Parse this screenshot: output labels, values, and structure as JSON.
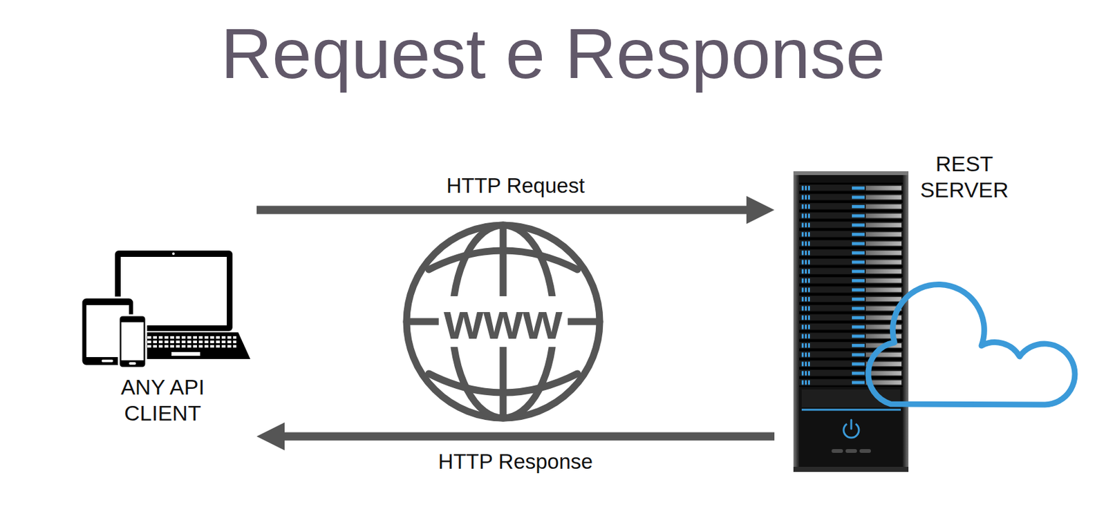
{
  "diagram": {
    "title": "Request e Response",
    "nodes": [
      {
        "text": [
          "ANY API CLIENT"
        ]
      },
      {
        "text": [
          "REST SERVER"
        ]
      }
    ],
    "edges": [
      {
        "from": 0,
        "to": 1,
        "label": "HTTP Request",
        "arrow": "to"
      },
      {
        "from": 1,
        "to": 0,
        "label": "HTTP Response",
        "arrow": "to"
      }
    ],
    "labels": [
      "www"
    ]
  }
}
